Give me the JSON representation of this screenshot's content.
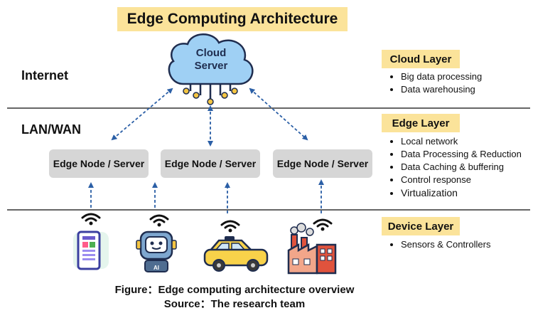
{
  "title": "Edge Computing Architecture",
  "tiers": {
    "internet": "Internet",
    "lanwan": "LAN/WAN"
  },
  "cloud": {
    "line1": "Cloud",
    "line2": "Server"
  },
  "edge_nodes": [
    "Edge Node / Server",
    "Edge Node / Server",
    "Edge Node / Server"
  ],
  "layers": [
    {
      "tag": "Cloud Layer",
      "items": [
        "Big data processing",
        "Data warehousing"
      ]
    },
    {
      "tag": "Edge Layer",
      "items": [
        "Local network",
        "Data Processing & Reduction",
        "Data Caching & buffering",
        "Control response",
        "Virtualization"
      ]
    },
    {
      "tag": "Device Layer",
      "items": [
        "Sensors & Controllers"
      ]
    }
  ],
  "devices": {
    "robot_label": "AI"
  },
  "caption": {
    "figure": "Figure：Edge computing architecture overview",
    "source": "Source：The research team"
  },
  "colors": {
    "highlight": "#fbe39a",
    "node_fill": "#d6d6d6",
    "cloud_fill": "#9fd0f4",
    "arrow": "#2b5fa6"
  }
}
